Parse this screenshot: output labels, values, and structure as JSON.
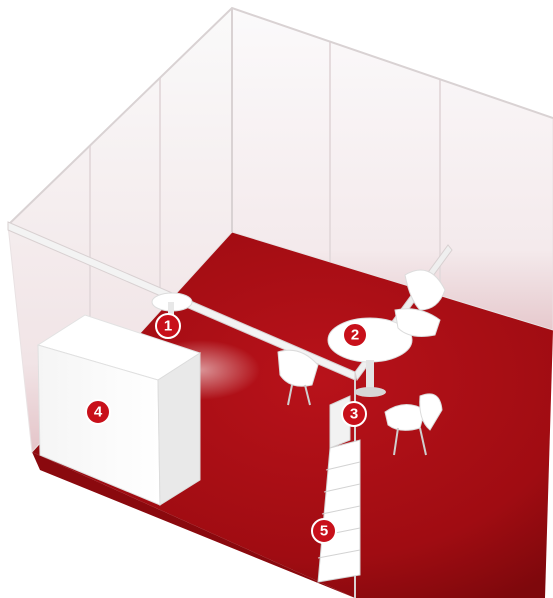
{
  "scene": {
    "carpet_color": "#a80f14",
    "wall_color": "#f6f1f2",
    "badge_color": "#c8101a"
  },
  "callouts": [
    {
      "id": "info-counter-lamp",
      "label": "1"
    },
    {
      "id": "round-table",
      "label": "2"
    },
    {
      "id": "corner-lamp",
      "label": "3"
    },
    {
      "id": "reception-counter",
      "label": "4"
    },
    {
      "id": "brochure-rack",
      "label": "5"
    }
  ]
}
